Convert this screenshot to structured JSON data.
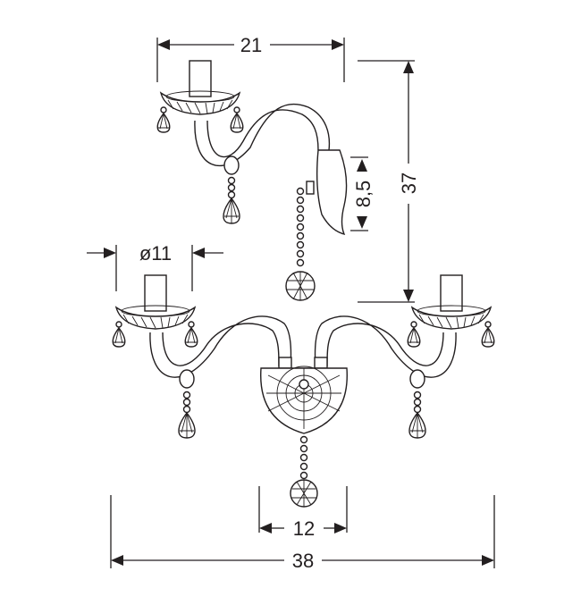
{
  "dimensions": {
    "top_width": "21",
    "total_height": "37",
    "mount_height": "8,5",
    "cup_diameter": "ø11",
    "plate_width": "12",
    "total_width": "38"
  },
  "colors": {
    "line": "#231f20",
    "background": "#ffffff"
  }
}
